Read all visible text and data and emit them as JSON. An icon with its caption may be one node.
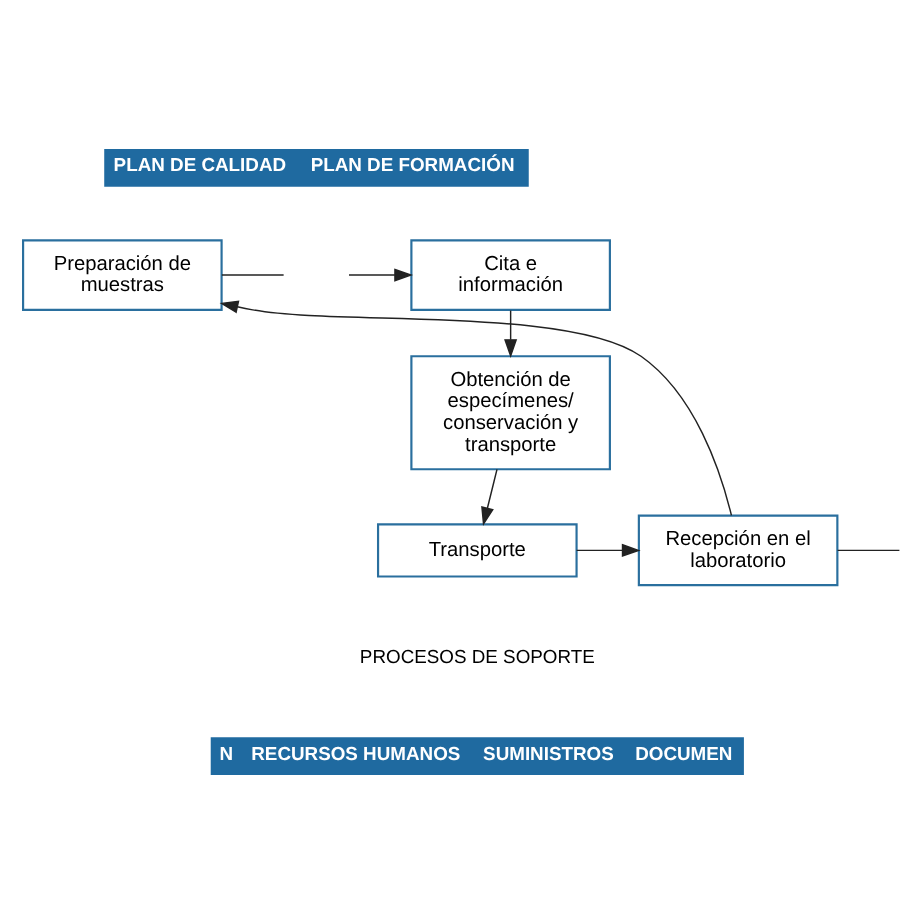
{
  "diagram": {
    "nodes": [
      {
        "text": [
          "PLAN DE CALIDAD",
          "PLAN DE FORMACIÓN"
        ]
      },
      {
        "text": [
          "Cita e información"
        ]
      },
      {
        "text": [
          "Preparación de muestras"
        ]
      },
      {
        "text": [
          "Obtención de especímenes/ conservación y transporte"
        ]
      },
      {
        "text": [
          "Transporte"
        ]
      },
      {
        "text": [
          "Recepción en el laboratorio"
        ]
      },
      {
        "text": [
          "N",
          "RECURSOS HUMANOS",
          "SUMINISTROS",
          "DOCUMEN"
        ]
      }
    ],
    "edges": [
      {
        "from": null,
        "to": 1,
        "arrow": "to"
      },
      {
        "from": 1,
        "to": 3,
        "arrow": "to"
      },
      {
        "from": 3,
        "to": 4,
        "arrow": "to"
      },
      {
        "from": 4,
        "to": 5,
        "arrow": "to"
      },
      {
        "from": 5,
        "to": 2,
        "arrow": "to"
      },
      {
        "from": 2,
        "to": null,
        "arrow": "none"
      },
      {
        "from": 5,
        "to": null,
        "arrow": "none"
      }
    ],
    "labels": [
      "PROCESOS DE SOPORTE"
    ]
  }
}
